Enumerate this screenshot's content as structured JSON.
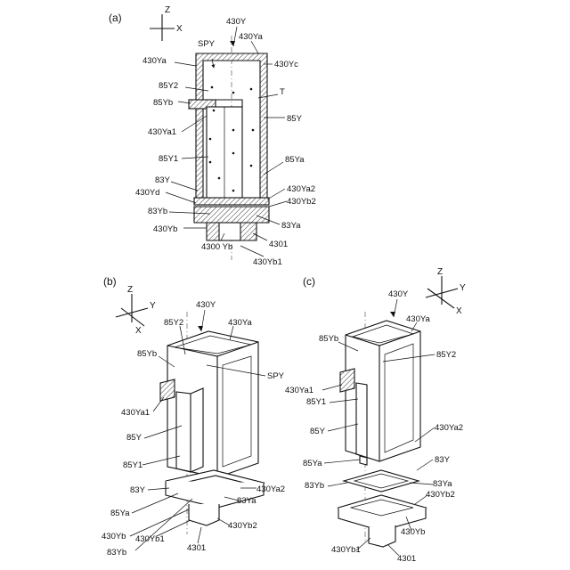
{
  "panels": {
    "a": {
      "label": "(a)",
      "axes": {
        "z": "Z",
        "x": "X"
      },
      "labels": {
        "l430Y": "430Y",
        "l430Ya_top": "430Ya",
        "lSPY": "SPY",
        "l430Ya_left": "430Ya",
        "l430Yc": "430Yc",
        "l85Y2": "85Y2",
        "lT": "T",
        "l85Yb": "85Yb",
        "l85Y": "85Y",
        "l430Ya1": "430Ya1",
        "l85Y1": "85Y1",
        "l85Ya": "85Ya",
        "l83Y": "83Y",
        "l430Ya2": "430Ya2",
        "l430Yd": "430Yd",
        "l430Yb2": "430Yb2",
        "l83Yb": "83Yb",
        "l83Ya": "83Ya",
        "l430Yb": "430Yb",
        "l4300Yb": "4300 Yb",
        "l4301": "4301",
        "l430Yb1": "430Yb1"
      }
    },
    "b": {
      "label": "(b)",
      "axes": {
        "z": "Z",
        "y": "Y",
        "x": "X"
      },
      "labels": {
        "l430Y": "430Y",
        "l85Y2": "85Y2",
        "l430Ya": "430Ya",
        "l85Yb": "85Yb",
        "lSPY": "SPY",
        "l430Ya1": "430Ya1",
        "l85Y": "85Y",
        "l85Y1": "85Y1",
        "l83Y": "83Y",
        "l430Ya2": "430Ya2",
        "l85Ya": "85Ya",
        "l83Ya": "83Ya",
        "l430Yb": "430Yb",
        "l430Yb2": "430Yb2",
        "l430Yb1": "430Yb1",
        "l83Yb": "83Yb",
        "l4301": "4301"
      }
    },
    "c": {
      "label": "(c)",
      "axes": {
        "z": "Z",
        "y": "Y",
        "x": "X"
      },
      "labels": {
        "l430Y": "430Y",
        "l430Ya_top": "430Ya",
        "l85Yb": "85Yb",
        "l85Y2": "85Y2",
        "l430Ya1": "430Ya1",
        "l85Y1": "85Y1",
        "l85Y": "85Y",
        "l430Ya2": "430Ya2",
        "l85Ya": "85Ya",
        "l83Y": "83Y",
        "l83Yb": "83Yb",
        "l83Ya": "83Ya",
        "l430Yb2": "430Yb2",
        "l430Yb": "430Yb",
        "l430Yb1": "430Yb1",
        "l4301": "4301"
      }
    }
  }
}
